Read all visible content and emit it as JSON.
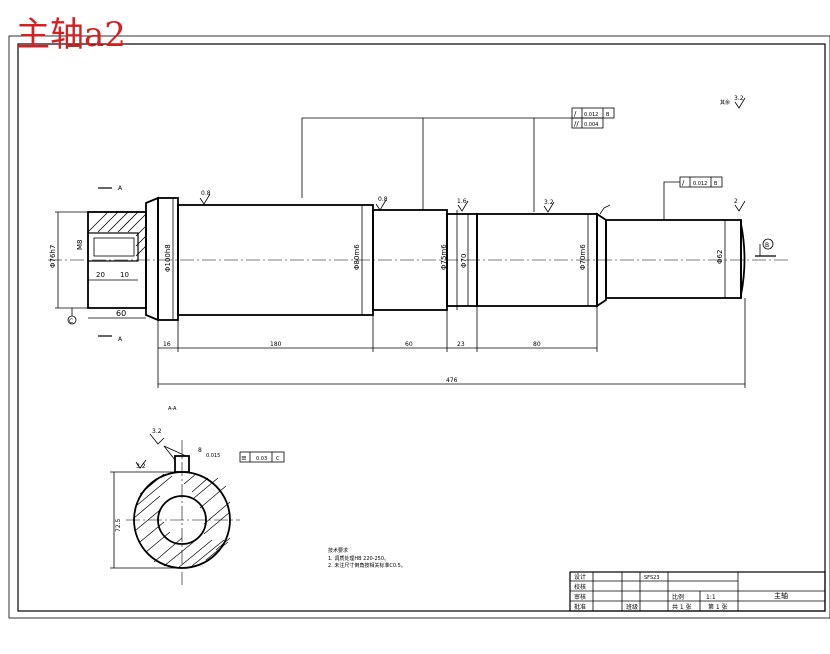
{
  "title": "主轴a2",
  "dims": {
    "d_left": "Φ76h7",
    "d_flange": "Φ100h8",
    "d_main": "Φ80m6",
    "d_mid": "Φ75m6",
    "d_bear": "Φ70",
    "d_right": "Φ70m6",
    "d_end": "Φ62",
    "len_16": "16",
    "len_180": "180",
    "len_60": "60",
    "len_23": "23",
    "len_80": "80",
    "len_total": "476",
    "len_60_left": "60",
    "keyway_depth": "M8",
    "key_20": "20",
    "key_10": "10",
    "section_dim": "72.5",
    "section_key": "8",
    "section_tol": "0.015"
  },
  "roughness": {
    "r1": "0.8",
    "r2": "0.8",
    "r3": "3.2",
    "r4": "1.6",
    "r5": "3.2",
    "r6": "3.2",
    "r7": "3.2",
    "r8": "3.2",
    "r_other": "其余"
  },
  "tolerances": {
    "t1_value": "0.012",
    "t1_ref": "B",
    "t2_value": "0.004",
    "t3_value": "0.012",
    "t3_ref": "B",
    "t4_value": "0.03",
    "t4_ref": "C"
  },
  "labels": {
    "section_a1": "A",
    "section_a2": "A",
    "section_title": "A-A",
    "datum_c": "C",
    "datum_b": "B",
    "datum_b2": "2"
  },
  "notes": {
    "heading": "技术要求",
    "line1": "1. 调质处理HB 220-250。",
    "line2": "2. 未注尺寸倒角按相关标准C0.5。"
  },
  "title_block": {
    "r1_label": "设计",
    "r1_value": "SFS23",
    "r2_label": "校核",
    "r3_label": "审核",
    "r4_label": "批准",
    "r4_mid": "班级",
    "scale_label": "比例",
    "scale_value": "1:1",
    "part_name": "主轴",
    "sheets_total": "共 1 张",
    "sheet_no": "第 1 张"
  }
}
